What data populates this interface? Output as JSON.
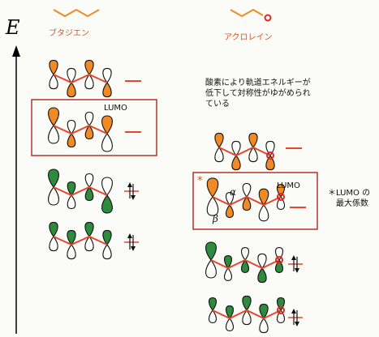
{
  "axis": {
    "label": "E"
  },
  "molecules": {
    "left": {
      "name": "ブタジエン"
    },
    "right": {
      "name": "アクロレイン"
    }
  },
  "note": "酸素により軌道エネルギーが\n低下して対称性がゆがめられ\nている",
  "lumo_label": "LUMO",
  "greek": {
    "alpha": "α",
    "beta": "β"
  },
  "asterisk": "*",
  "side_note": "＊LUMO の\n　最大係数",
  "colors": {
    "orange_lobe": "#f08a24",
    "green_lobe": "#2e8b3e",
    "bond": "#e8452c",
    "oxygen": "#e0281f",
    "box": "#b5322a",
    "ink": "#111111"
  }
}
